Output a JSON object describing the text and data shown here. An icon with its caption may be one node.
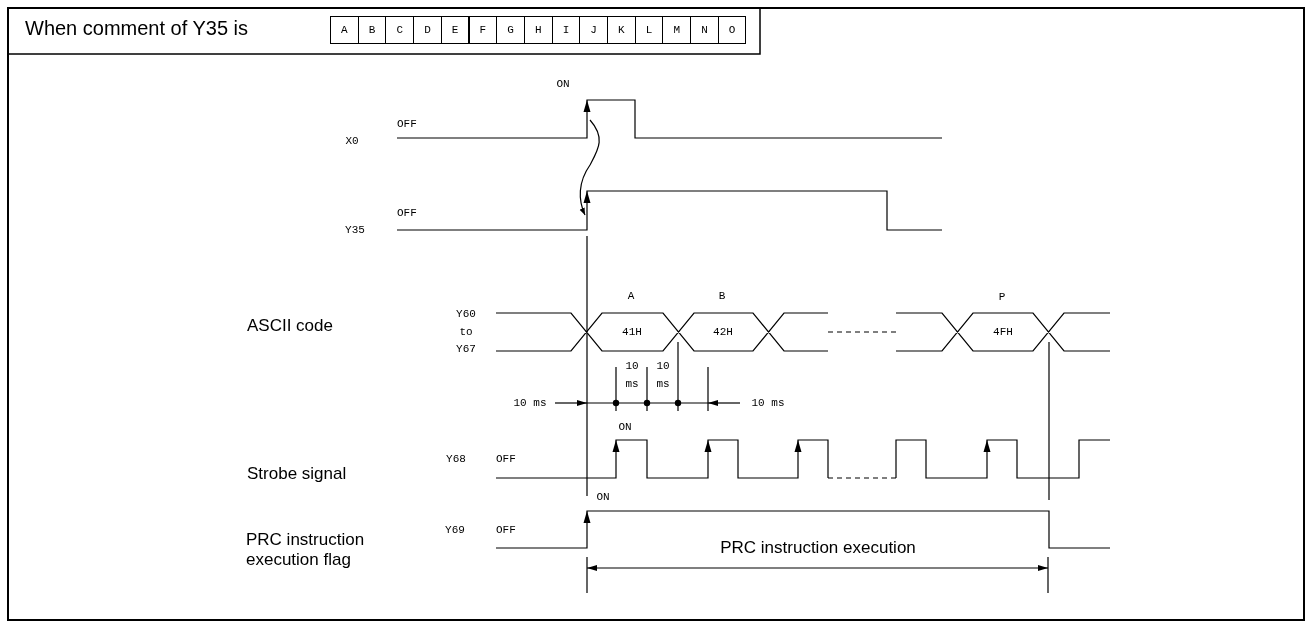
{
  "diagram": {
    "title": "When comment of Y35 is",
    "labels": [
      "A",
      "B",
      "C",
      "D",
      "E",
      "F",
      "G",
      "H",
      "I",
      "J",
      "K",
      "L",
      "M",
      "N",
      "O",
      "ON",
      "OFF",
      "X0",
      "OFF",
      "Y35",
      "A",
      "B",
      "P",
      "Y60 to Y67",
      "ASCII code",
      "41H",
      "42H",
      "4FH",
      "10 ms",
      "10 ms",
      "10 ms",
      "10 ms",
      "ON",
      "Y68",
      "OFF",
      "Strobe signal",
      "ON",
      "Y69",
      "OFF",
      "PRC instruction execution flag",
      "PRC instruction execution"
    ]
  }
}
